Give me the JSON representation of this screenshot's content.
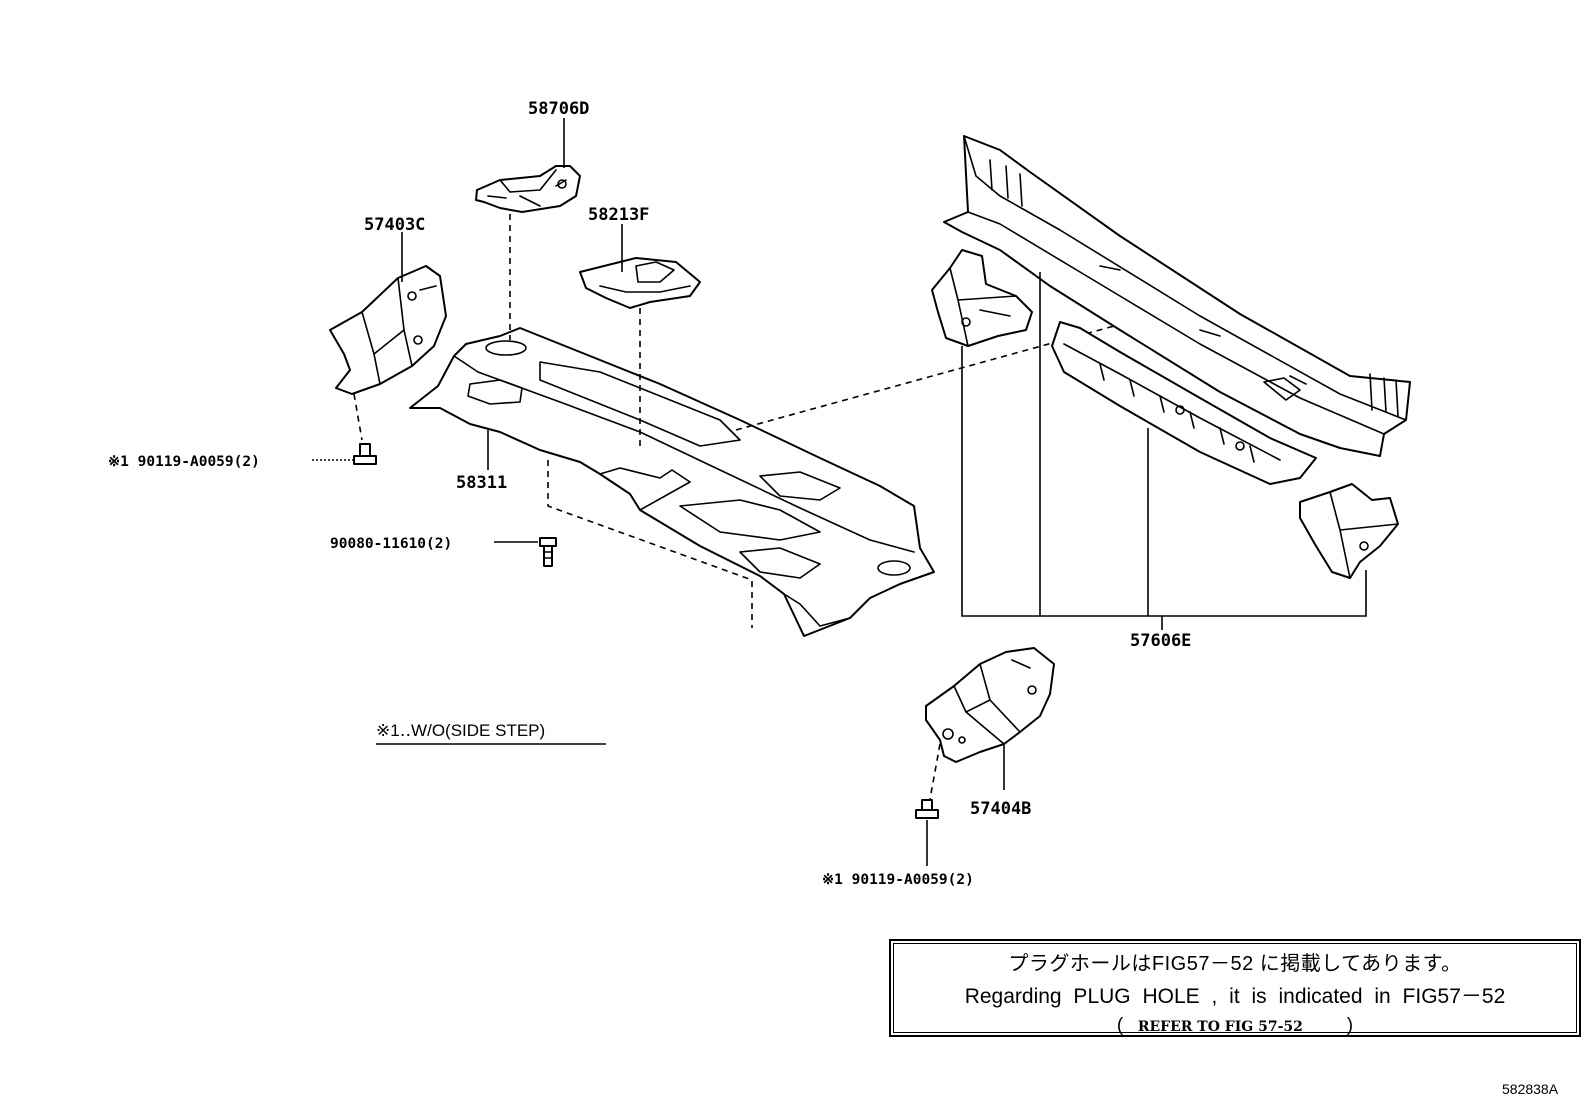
{
  "parts": {
    "p58706D": "58706D",
    "p58213F": "58213F",
    "p57403C": "57403C",
    "p58311": "58311",
    "p57606E": "57606E",
    "p57404B": "57404B"
  },
  "fasteners": {
    "bolt_left": "※1 90119-A0059(2)",
    "bolt_mid": "90080-11610(2)",
    "bolt_bottom": "※1 90119-A0059(2)"
  },
  "footnote": "※1‥W/O(SIDE STEP)",
  "note": {
    "line_jp": "プラグホールはFIG57－52 に掲載してあります。",
    "line_en": "Regarding PLUG HOLE , it is indicated in FIG57－52",
    "refer_open": "(",
    "refer_text": "REFER TO FIG 57-52",
    "refer_close": ")"
  },
  "figure_id": "582838A"
}
